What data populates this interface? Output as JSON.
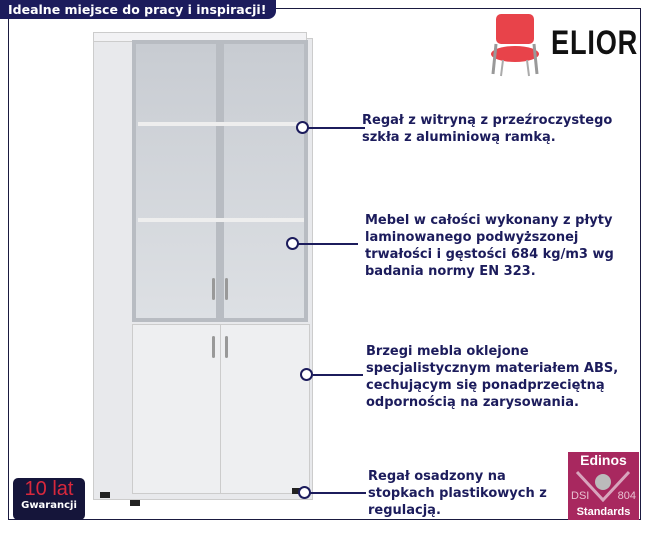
{
  "header": {
    "tagline": "Idealne miejsce do pracy i inspiracji!"
  },
  "brand": {
    "name": "ELIOR"
  },
  "features": [
    {
      "text": "Regał z witryną z przeźroczystego szkła z aluminiową ramką."
    },
    {
      "text": "Mebel w całości wykonany z płyty laminowanego podwyższonej trwałości i gęstości 684 kg/m3 wg badania normy EN 323."
    },
    {
      "text": "Brzegi mebla oklejone specjalistycznym materiałem ABS, cechującym się ponadprzeciętną odpornością na zarysowania."
    },
    {
      "text": "Regał osadzony na stopkach plastikowych z regulacją."
    }
  ],
  "warranty": {
    "years": "10 lat",
    "label": "Gwarancji"
  },
  "certificate": {
    "brand": "Edinos",
    "left": "DSI",
    "right": "804",
    "bottom": "Standards"
  },
  "colors": {
    "navy": "#1c1c5c",
    "badge": "#a8285f"
  }
}
